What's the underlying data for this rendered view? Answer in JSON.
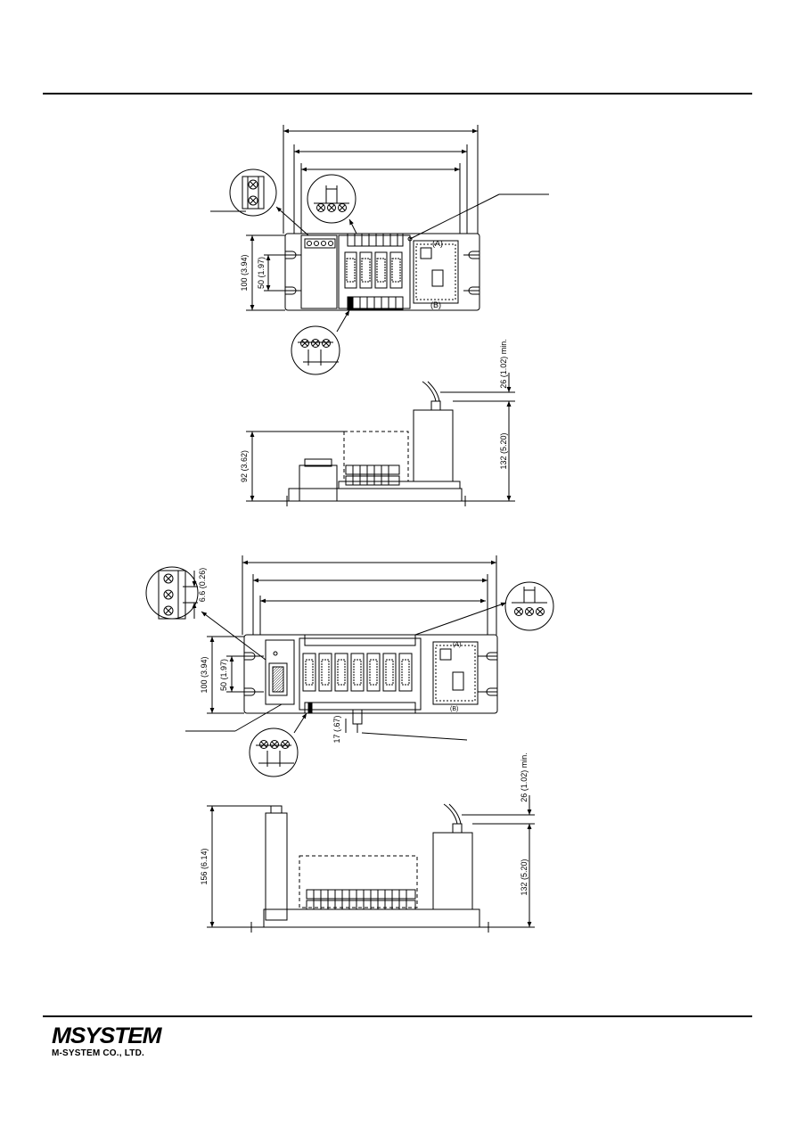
{
  "view1_top": {
    "height_label": "100 (3.94)",
    "mount_pitch_label": "50 (1.97)"
  },
  "view1_side": {
    "height_label": "92 (3.62)",
    "body_height_label": "132 (5.20)",
    "clearance_label": "26 (1.02) min."
  },
  "view2_top": {
    "height_label": "100 (3.94)",
    "mount_pitch_label": "50 (1.97)",
    "terminal_pitch_label": "6.6 (0.26)",
    "connector_label": "17 (.67)"
  },
  "view2_side": {
    "height_label": "156 (6.14)",
    "body_height_label": "132 (5.20)",
    "clearance_label": "26 (1.02) min."
  },
  "footer": {
    "logo_text": "MSYSTEM",
    "company_name": "M-SYSTEM CO., LTD."
  }
}
